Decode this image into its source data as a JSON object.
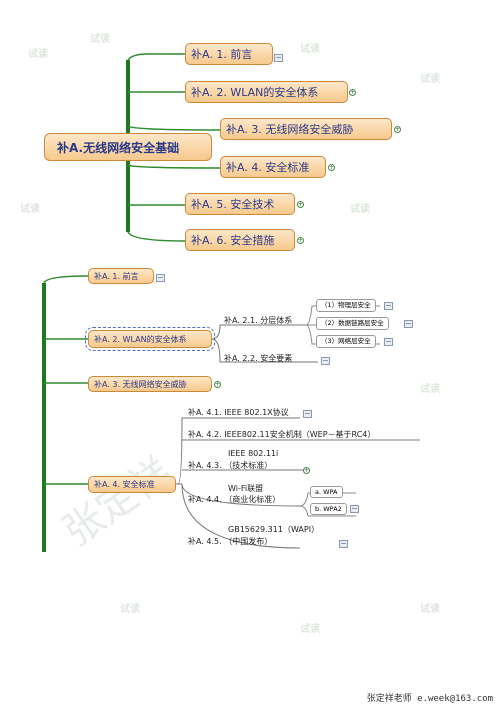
{
  "top": {
    "root": "补A.无线网络安全基础",
    "items": [
      "补A. 1. 前言",
      "补A. 2. WLAN的安全体系",
      "补A. 3. 无线网络安全威胁",
      "补A. 4. 安全标准",
      "补A. 5. 安全技术",
      "补A. 6. 安全措施"
    ]
  },
  "bottom": {
    "s1": "补A. 1. 前言",
    "s2": "补A. 2. WLAN的安全体系",
    "s2_1": "补A. 2.1. 分层体系",
    "s2_1_items": [
      "（1）物理层安全",
      "（2）数据链路层安全",
      "（3）网络层安全"
    ],
    "s2_2": "补A. 2.2. 安全要素",
    "s3": "补A. 3. 无线网络安全威胁",
    "s4": "补A. 4. 安全标准",
    "s4_1": "补A. 4.1. IEEE 802.1X协议",
    "s4_2": "补A. 4.2. IEEE802.11安全机制（WEP－基于RC4）",
    "s4_3_top": "IEEE 802.11i",
    "s4_3_bot": "补A. 4.3. （技术标准）",
    "s4_4_top": "Wi-Fi联盟",
    "s4_4_bot": "补A. 4.4. （商业化标准）",
    "s4_4_items": [
      "a. WPA",
      "b. WPA2"
    ],
    "s4_5_top": "GB15629.311（WAPI）",
    "s4_5_bot": "补A. 4.5. （中国发布）"
  },
  "watermark": "张定祥",
  "footer": "张定祥老师 e.week@163.com"
}
